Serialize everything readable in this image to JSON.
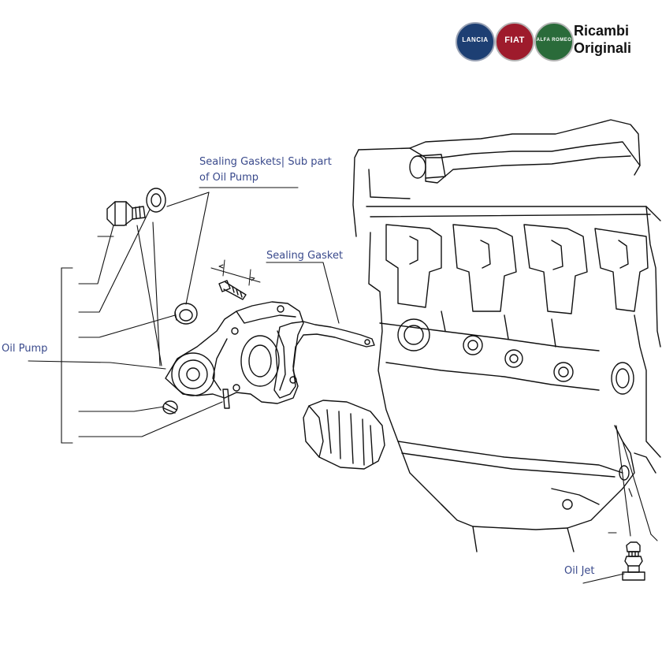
{
  "brand": {
    "logos": [
      {
        "name": "lancia-logo",
        "text": "LANCIA",
        "color": "#1d3f73"
      },
      {
        "name": "fiat-logo",
        "text": "FIAT",
        "color": "#9e1b2c"
      },
      {
        "name": "alfa-romeo-logo",
        "text": "ALFA ROMEO",
        "color": "#2a6b3a"
      }
    ],
    "title_line1": "Ricambi",
    "title_line2": "Originali"
  },
  "labels": {
    "sealing_gaskets_line1": "Sealing Gaskets| Sub part",
    "sealing_gaskets_line2": "of Oil Pump",
    "sealing_gasket": "Sealing Gasket",
    "oil_pump": "Oil Pump",
    "oil_jet": "Oil Jet"
  },
  "colors": {
    "label_text": "#3a4a8c",
    "line_art": "#111111"
  }
}
